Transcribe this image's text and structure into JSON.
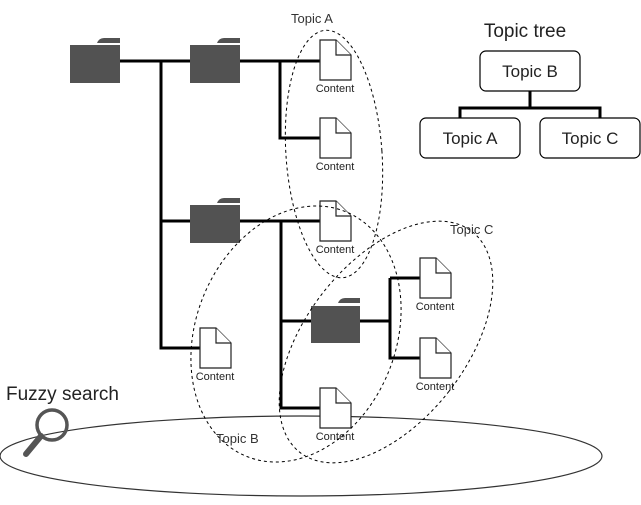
{
  "diagram": {
    "title_fuzzy_search": "Fuzzy search",
    "topic_labels": {
      "a": "Topic A",
      "b": "Topic B",
      "c": "Topic C"
    },
    "content_label": "Content",
    "topic_tree": {
      "title": "Topic tree",
      "root": "Topic B",
      "children": [
        "Topic A",
        "Topic C"
      ]
    },
    "folders": [
      {
        "id": "root-folder"
      },
      {
        "id": "folder-1"
      },
      {
        "id": "folder-2"
      },
      {
        "id": "folder-3"
      }
    ],
    "documents": [
      {
        "id": "doc-a1",
        "label": "Content"
      },
      {
        "id": "doc-a2",
        "label": "Content"
      },
      {
        "id": "doc-a3",
        "label": "Content"
      },
      {
        "id": "doc-b1",
        "label": "Content"
      },
      {
        "id": "doc-c1",
        "label": "Content"
      },
      {
        "id": "doc-c2",
        "label": "Content"
      },
      {
        "id": "doc-bc",
        "label": "Content"
      }
    ],
    "colors": {
      "folder": "#525252",
      "magnifier": "#555555"
    }
  }
}
